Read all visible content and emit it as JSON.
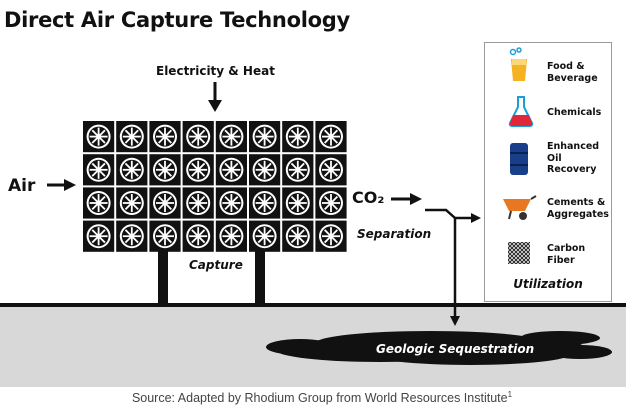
{
  "title": "Direct Air Capture Technology",
  "inputs": {
    "energy_label": "Electricity & Heat",
    "air_label": "Air"
  },
  "process": {
    "capture_label": "Capture",
    "co2_label": "CO₂",
    "separation_label": "Separation",
    "sequestration_label": "Geologic Sequestration"
  },
  "utilization": {
    "title": "Utilization",
    "items": [
      {
        "label_lines": [
          "Food &",
          "Beverage"
        ],
        "icon": "glass-icon"
      },
      {
        "label_lines": [
          "Chemicals"
        ],
        "icon": "flask-icon"
      },
      {
        "label_lines": [
          "Enhanced",
          "Oil",
          "Recovery"
        ],
        "icon": "oil-barrel-icon"
      },
      {
        "label_lines": [
          "Cements &",
          "Aggregates"
        ],
        "icon": "wheelbarrow-icon"
      },
      {
        "label_lines": [
          "Carbon",
          "Fiber"
        ],
        "icon": "carbon-fiber-icon"
      }
    ]
  },
  "source": {
    "text": "Source: Adapted by Rhodium Group from World Resources Institute",
    "footnote": "1"
  },
  "colors": {
    "fan_fill": "#111111",
    "ground": "#d8d8d8",
    "food": "#f5b324",
    "chemical": "#e0283a",
    "barrel": "#1a3f8a",
    "cement": "#e87722"
  }
}
